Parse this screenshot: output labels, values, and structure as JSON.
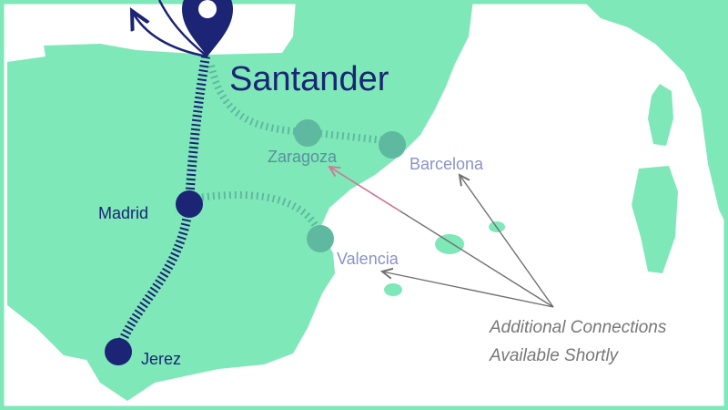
{
  "title": "Santander",
  "hub": {
    "name": "Santander",
    "icon": "map-pin-icon"
  },
  "active_route": [
    {
      "name": "Madrid"
    },
    {
      "name": "Jerez"
    }
  ],
  "upcoming_destinations": [
    {
      "name": "Zaragoza"
    },
    {
      "name": "Barcelona"
    },
    {
      "name": "Valencia"
    }
  ],
  "note": {
    "line1": "Additional Connections",
    "line2": "Available Shortly"
  },
  "colors": {
    "land": "#7ee8b8",
    "sea": "#ffffff",
    "route": "#1b2475",
    "future_stop": "#5fb8a0",
    "future_label": "#8a93c8",
    "arrow": "#707070",
    "zaragoza_arrow": "#d07a9a"
  }
}
